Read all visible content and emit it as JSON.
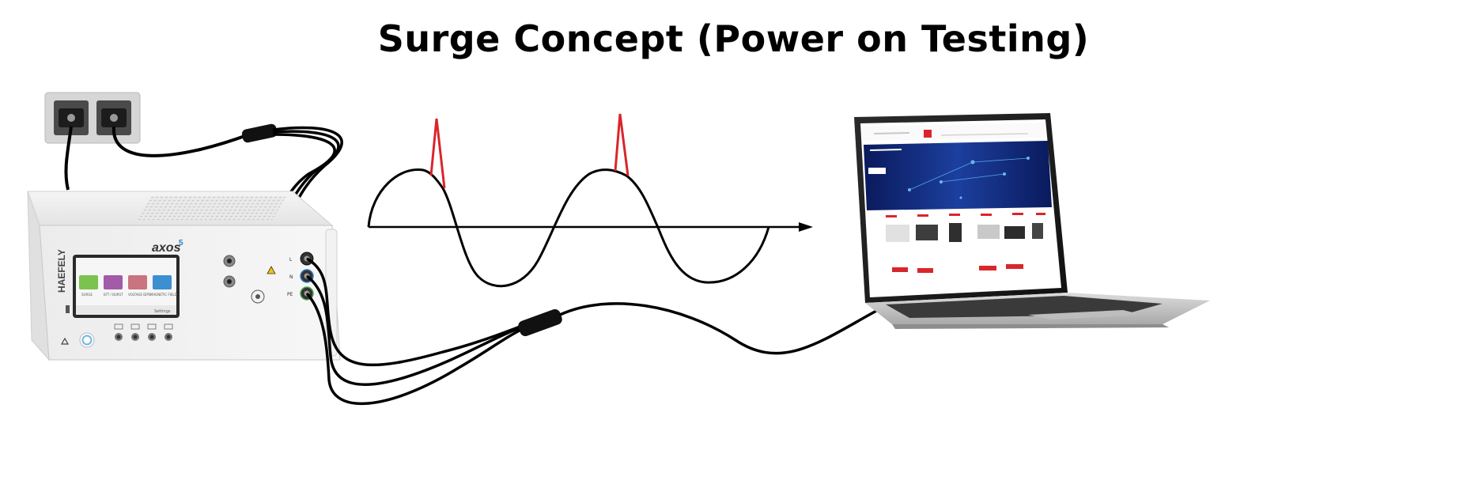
{
  "title": "Surge Concept (Power on Testing)",
  "generator": {
    "brand": "HAEFELY",
    "model": "axos",
    "model_suffix": "5",
    "screen_tiles": [
      {
        "label": "SURGE",
        "color": "#7cc24f"
      },
      {
        "label": "EFT / BURST",
        "color": "#a35aa8"
      },
      {
        "label": "VOLTAGE DIPS",
        "color": "#c9747e"
      },
      {
        "label": "MAGNETIC FIELD",
        "color": "#3d8fd1"
      }
    ],
    "screen_footer": "Settings",
    "output_labels": [
      "L",
      "N",
      "PE"
    ]
  },
  "waveform": {
    "axis_color": "#000000",
    "wave_color": "#000000",
    "spike_color": "#d9262c"
  },
  "laptop": {
    "screen_accent": "#d9262c"
  },
  "colors": {
    "cable": "#000000",
    "socket_plate": "#d9d9d9",
    "socket_face": "#4a4a4a"
  }
}
